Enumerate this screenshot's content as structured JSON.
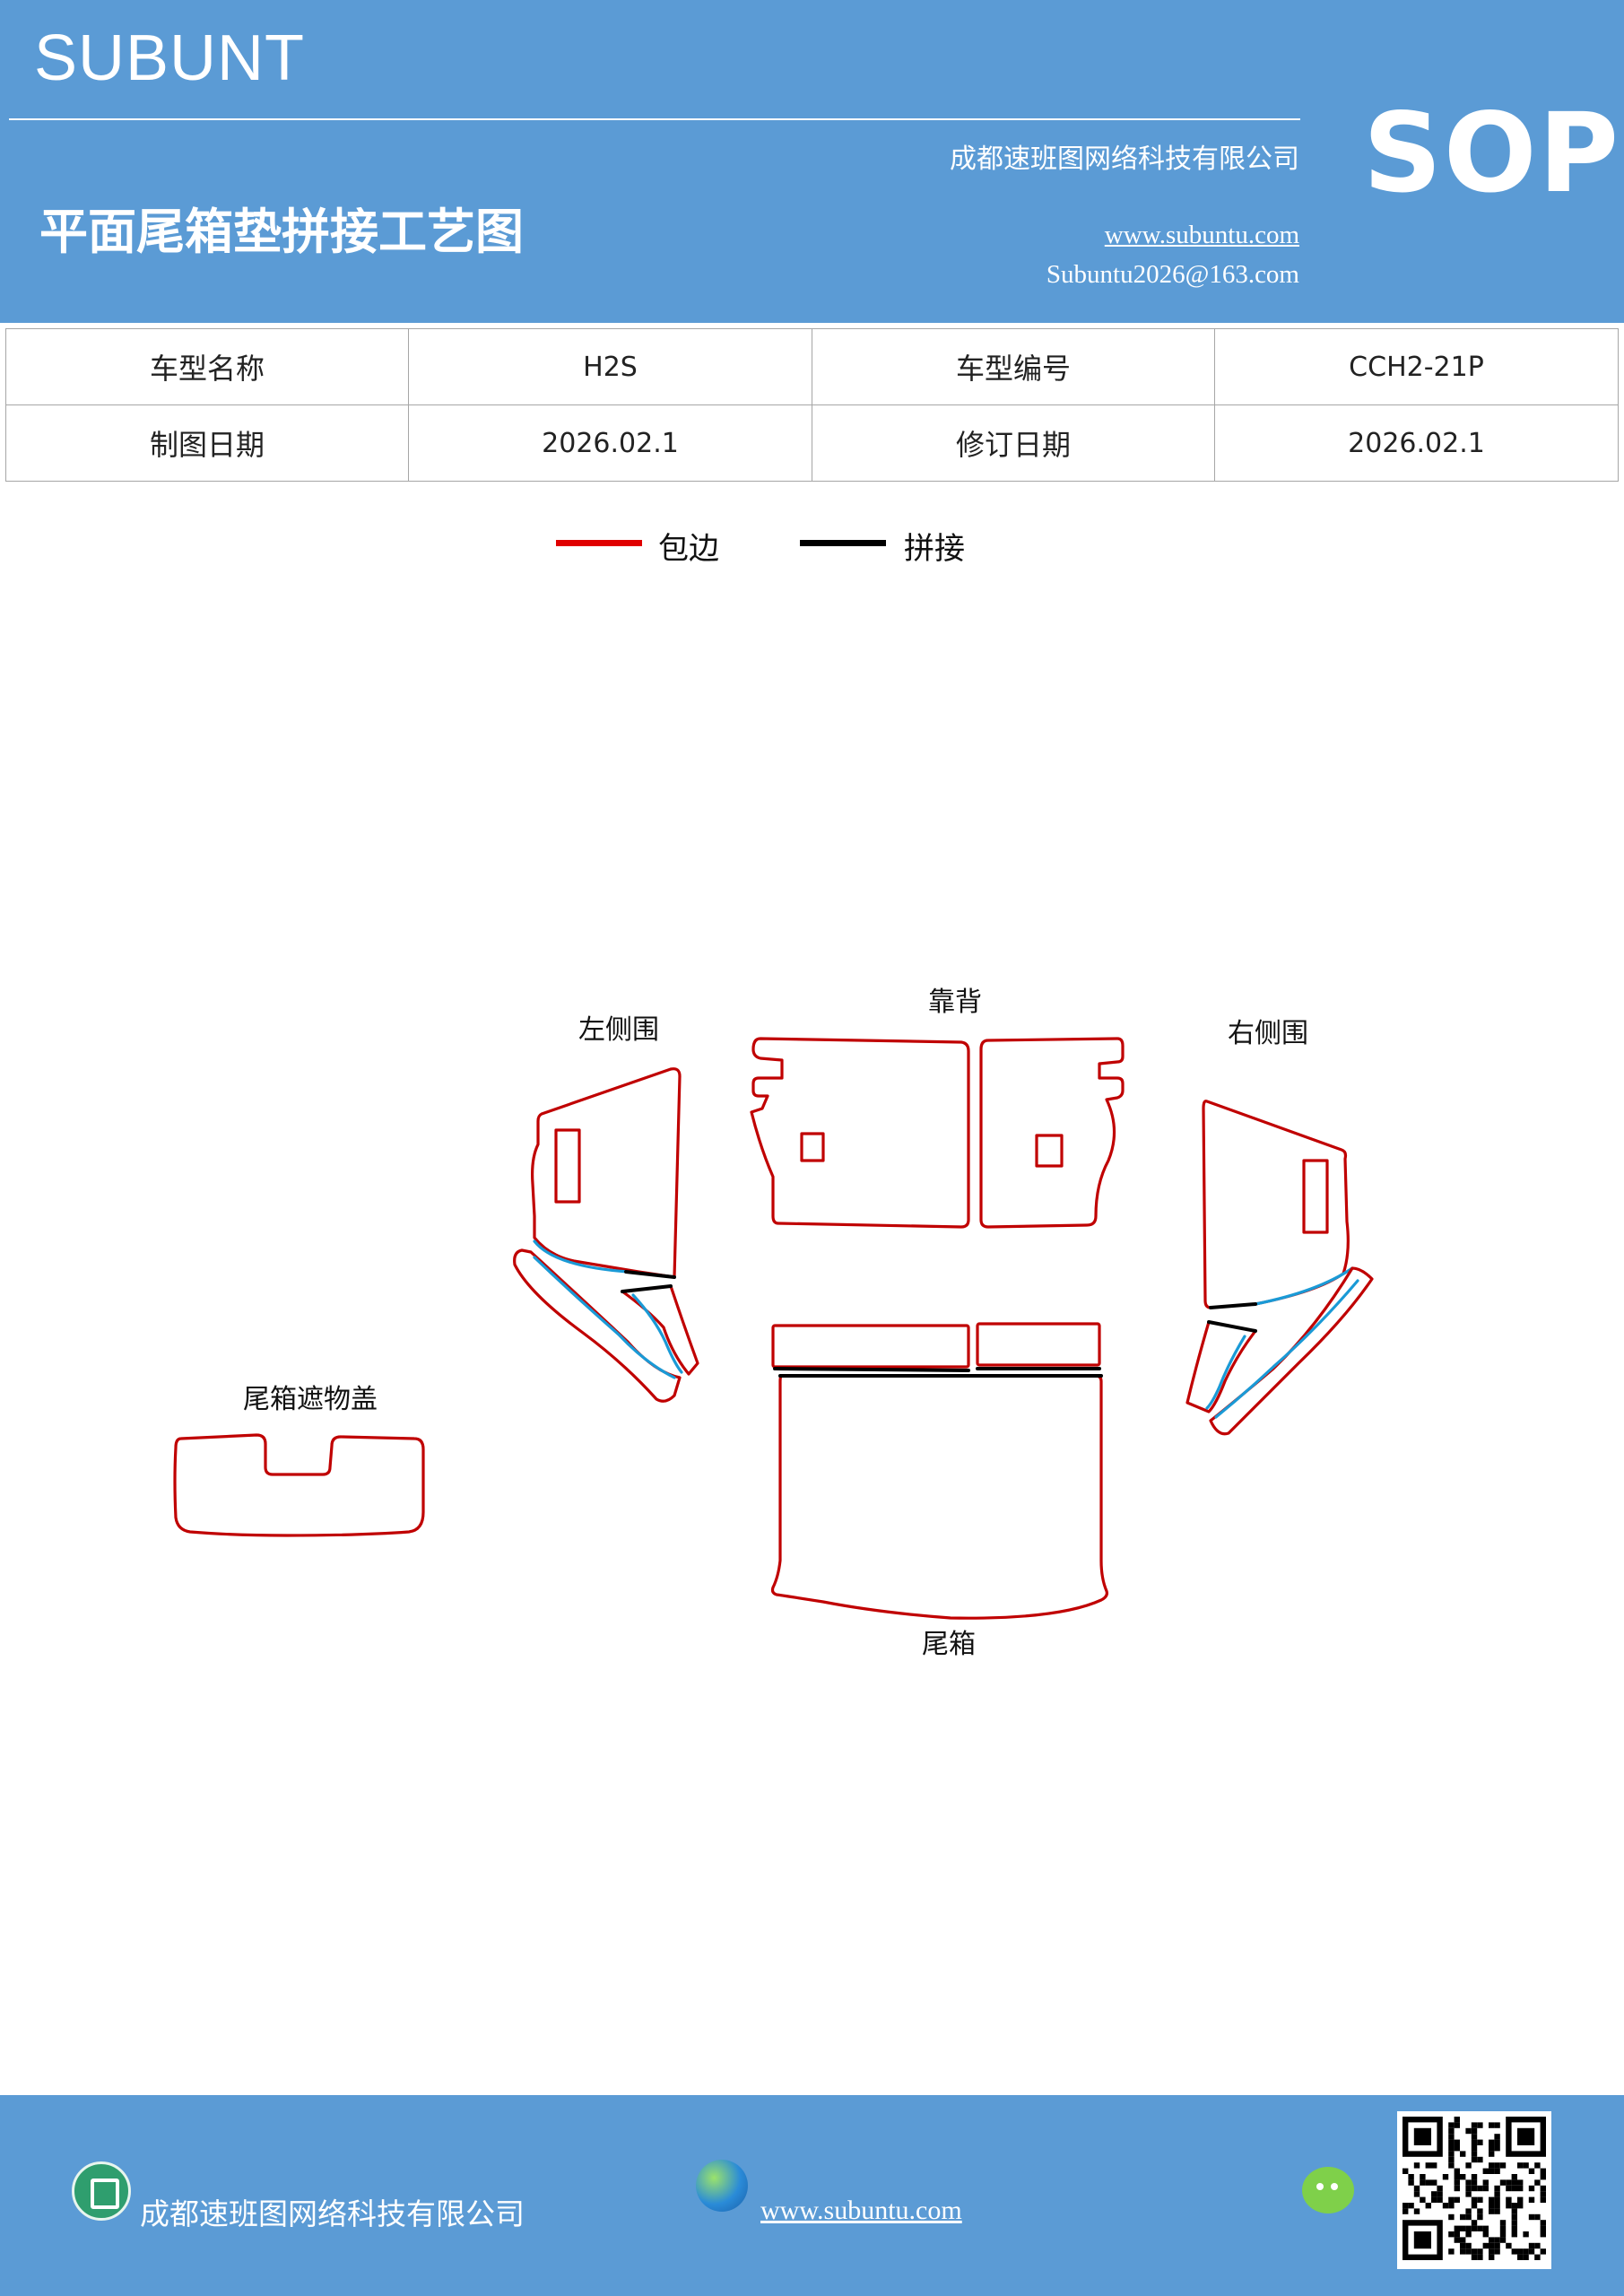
{
  "header": {
    "brand": "SUBUNT",
    "title": "平面尾箱垫拼接工艺图",
    "company": "成都速班图网络科技有限公司",
    "website": "www.subuntu.com",
    "email": "Subuntu2026@163.com",
    "badge": "SOP",
    "background_color": "#5b9bd5"
  },
  "info_table": {
    "rows": [
      {
        "label1": "车型名称",
        "value1": "H2S",
        "label2": "车型编号",
        "value2": "CCH2-21P"
      },
      {
        "label1": "制图日期",
        "value1": "2026.02.1",
        "label2": "修订日期",
        "value2": "2026.02.1"
      }
    ]
  },
  "legend": {
    "items": [
      {
        "label": "包边",
        "color": "#e00000"
      },
      {
        "label": "拼接",
        "color": "#000000"
      }
    ]
  },
  "diagram": {
    "parts": {
      "backrest": "靠背",
      "left_side": "左侧围",
      "right_side": "右侧围",
      "cover": "尾箱遮物盖",
      "trunk": "尾箱"
    },
    "colors": {
      "edge": "#c00000",
      "seam": "#000000",
      "guide": "#1a9ad6"
    }
  },
  "footer": {
    "company": "成都速班图网络科技有限公司",
    "website": "www.subuntu.com",
    "logo_icon": "building-icon",
    "globe_icon": "globe-icon",
    "chat_icon": "wechat-icon",
    "qr_icon": "qr-code-icon"
  }
}
